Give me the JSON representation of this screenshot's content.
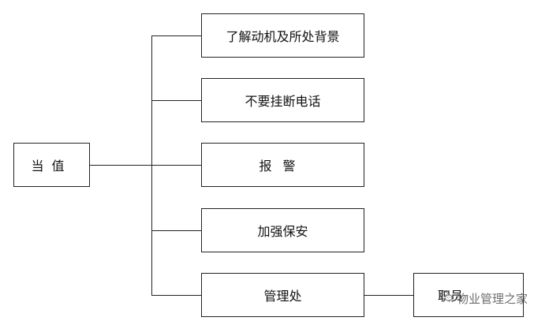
{
  "diagram": {
    "root": "当值",
    "branches": [
      "了解动机及所处背景",
      "不要挂断电话",
      "报警",
      "加强保安",
      "管理处"
    ],
    "sub_of_last": "职员"
  },
  "watermark": {
    "text": "物业管理之家",
    "icon": "wechat-icon"
  }
}
